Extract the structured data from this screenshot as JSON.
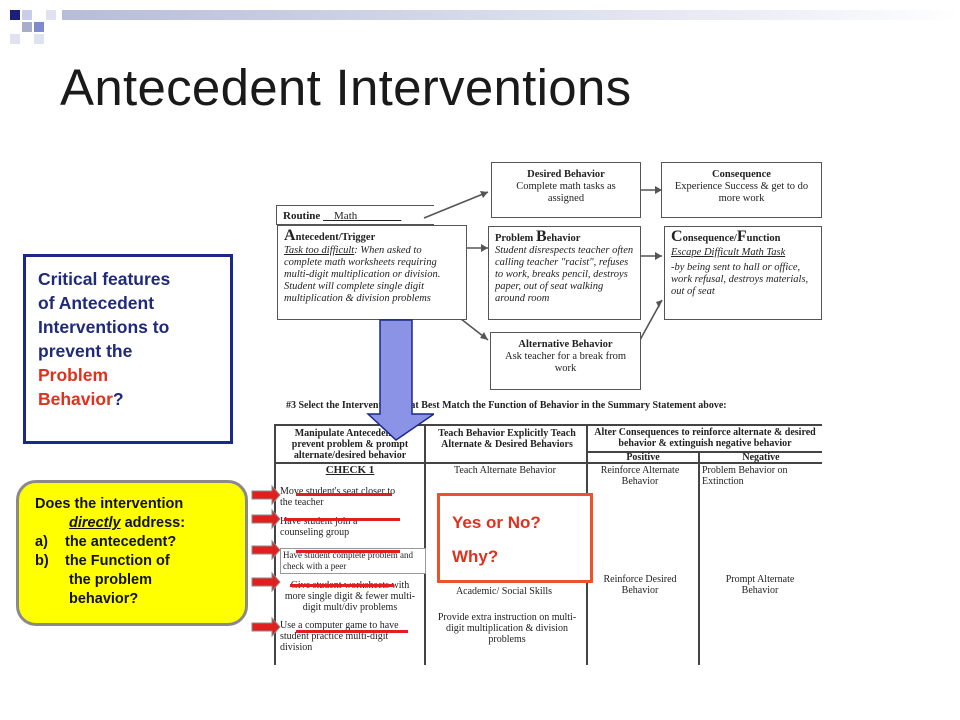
{
  "slide": {
    "title": "Antecedent Interventions"
  },
  "critical_box": {
    "line1": "Critical features",
    "line2": "of Antecedent",
    "line3": "Interventions to",
    "line4": "prevent the",
    "red1": "Problem",
    "red2": "Behavior",
    "qmark": "?"
  },
  "question_box": {
    "line1": "Does the intervention",
    "line2_pre": "",
    "line2_u": "directly",
    "line2_post": " address:",
    "a_label": "a)",
    "a_text": " the antecedent?",
    "b_label": "b)",
    "b_text": "the Function of",
    "b_text2": "the problem",
    "b_text3": "behavior?"
  },
  "yes_no_box": {
    "line1": "Yes or No?",
    "line2": "Why?"
  },
  "diagram": {
    "routine_label": "Routine",
    "routine_value": "__Math________",
    "antecedent_head_big": "A",
    "antecedent_head": "ntecedent/Trigger",
    "antecedent_text_u": "Task too difficult",
    "antecedent_text": ": When asked to complete math worksheets requiring multi-digit multiplication or division. Student will complete single digit multiplication & division problems",
    "desired_head": "Desired Behavior",
    "desired_text": "Complete math tasks as assigned",
    "consequence1_head": "Consequence",
    "consequence1_text": "Experience Success & get to do more work",
    "problem_head_pre": "Problem ",
    "problem_head_big": "B",
    "problem_head_post": "ehavior",
    "problem_text": "Student disrespects teacher often calling teacher \"racist\", refuses to work, breaks pencil, destroys paper, out of seat walking around room",
    "consequence2_head_big1": "C",
    "consequence2_head_mid": "onsequence/",
    "consequence2_head_big2": "F",
    "consequence2_head_post": "unction",
    "consequence2_text_u": "Escape Difficult Math Task",
    "consequence2_text": "-by being sent to hall or office, work refusal, destroys materials, out of seat",
    "alternative_head": "Alternative Behavior",
    "alternative_text": "Ask teacher for a break from work",
    "select_line": "#3 Select the Interventions that Best Match the Function of Behavior in the Summary Statement above:"
  },
  "table": {
    "col1_head": "Manipulate Antecedent to prevent problem & prompt alternate/desired behavior",
    "col2_head": "Teach Behavior Explicitly Teach Alternate & Desired Behaviors",
    "col3_head": "Alter Consequences to reinforce alternate & desired behavior & extinguish negative behavior",
    "positive": "Positive",
    "negative": "Negative",
    "check1": "CHECK 1",
    "teach_alt": "Teach Alternate Behavior",
    "reinforce_alt": "Reinforce Alternate Behavior",
    "problem_ext": "Problem Behavior on Extinction",
    "item1": "Move student's seat closer to the teacher",
    "item2": "Have student join a counseling group",
    "item3": "Have student complete problem and check with a peer",
    "item4": "Give student worksheets with more single digit & fewer multi-digit mult/div problems",
    "item5": "Use a computer game to have student practice multi-digit division",
    "academic": "Academic/ Social Skills",
    "provide": "Provide extra instruction on multi-digit multiplication & division problems",
    "reinforce_des": "Reinforce Desired Behavior",
    "prompt_alt": "Prompt Alternate Behavior"
  },
  "colors": {
    "title": "#1a1a1a",
    "navy": "#1b2a8a",
    "callout_red": "#e0301e",
    "callout_yellow": "#ffff00",
    "arrow_fill": "#8a93e6"
  }
}
